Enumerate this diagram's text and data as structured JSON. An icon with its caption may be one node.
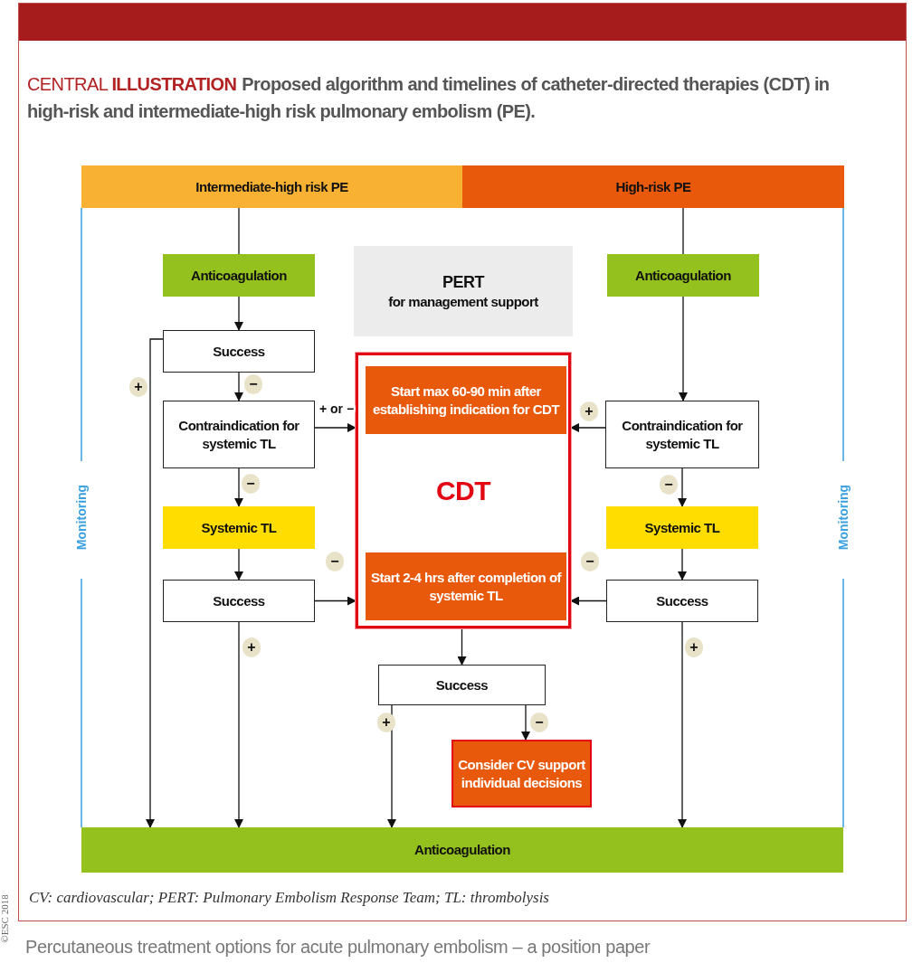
{
  "diagram": {
    "title": "Proposed algorithm and timelines of catheter-directed therapies (CDT) in high-risk and intermediate-high risk pulmonary embolism (PE).",
    "caption": "CV: cardiovascular; PERT: Pulmonary Embolism Response Team; TL: thrombolysis",
    "nodes": [
      {
        "text": [
          "Intermediate-high risk PE"
        ]
      },
      {
        "text": [
          "High-risk PE"
        ]
      },
      {
        "text": [
          "Anticoagulation"
        ]
      },
      {
        "text": [
          "PERT",
          "for management support"
        ]
      },
      {
        "text": [
          "Success"
        ]
      },
      {
        "text": [
          "Contraindication for systemic TL"
        ]
      },
      {
        "text": [
          "Systemic TL"
        ]
      },
      {
        "text": [
          "Success"
        ]
      },
      {
        "text": [
          "CDT"
        ]
      },
      {
        "text": [
          "Start max 60-90 min after establishing indication for CDT"
        ],
        "in": 8
      },
      {
        "text": [
          "Start  2-4 hrs after completion of systemic TL"
        ],
        "in": 8
      },
      {
        "text": [
          "Anticoagulation"
        ]
      },
      {
        "text": [
          "Contraindication for systemic TL"
        ]
      },
      {
        "text": [
          "Systemic TL"
        ]
      },
      {
        "text": [
          "Success"
        ]
      },
      {
        "text": [
          "Success"
        ]
      },
      {
        "text": [
          "Consider CV support individual decisions"
        ]
      },
      {
        "text": [
          "Anticoagulation"
        ]
      }
    ],
    "edges": [
      {
        "from": 0,
        "to": 2,
        "arrow": "none"
      },
      {
        "from": 1,
        "to": 11,
        "arrow": "none"
      },
      {
        "from": 2,
        "to": 4,
        "arrow": "to"
      },
      {
        "from": 4,
        "to": 5,
        "arrow": "to",
        "label": "−"
      },
      {
        "from": 4,
        "to": 17,
        "arrow": "to",
        "label": "+"
      },
      {
        "from": 5,
        "to": 9,
        "arrow": "to",
        "label": "+ or −"
      },
      {
        "from": 5,
        "to": 6,
        "arrow": "to",
        "label": "−"
      },
      {
        "from": 6,
        "to": 7,
        "arrow": "to"
      },
      {
        "from": 7,
        "to": 10,
        "arrow": "to",
        "label": "−"
      },
      {
        "from": 7,
        "to": 17,
        "arrow": "to",
        "label": "+"
      },
      {
        "from": 11,
        "to": 12,
        "arrow": "to"
      },
      {
        "from": 12,
        "to": 9,
        "arrow": "to",
        "label": "+"
      },
      {
        "from": 12,
        "to": 13,
        "arrow": "to",
        "label": "−"
      },
      {
        "from": 13,
        "to": 14,
        "arrow": "to"
      },
      {
        "from": 14,
        "to": 10,
        "arrow": "to",
        "label": "−"
      },
      {
        "from": 14,
        "to": 17,
        "arrow": "to",
        "label": "+"
      },
      {
        "from": 8,
        "to": 15,
        "arrow": "to"
      },
      {
        "from": 15,
        "to": 17,
        "arrow": "to",
        "label": "+"
      },
      {
        "from": 15,
        "to": 16,
        "arrow": "to",
        "label": "−"
      }
    ],
    "labels": [
      "CENTRAL **ILLUSTRATION**",
      "Monitoring",
      "Monitoring",
      "Percutaneous treatment options for acute pulmonary embolism – a position paper",
      "©ESC 2018"
    ]
  }
}
